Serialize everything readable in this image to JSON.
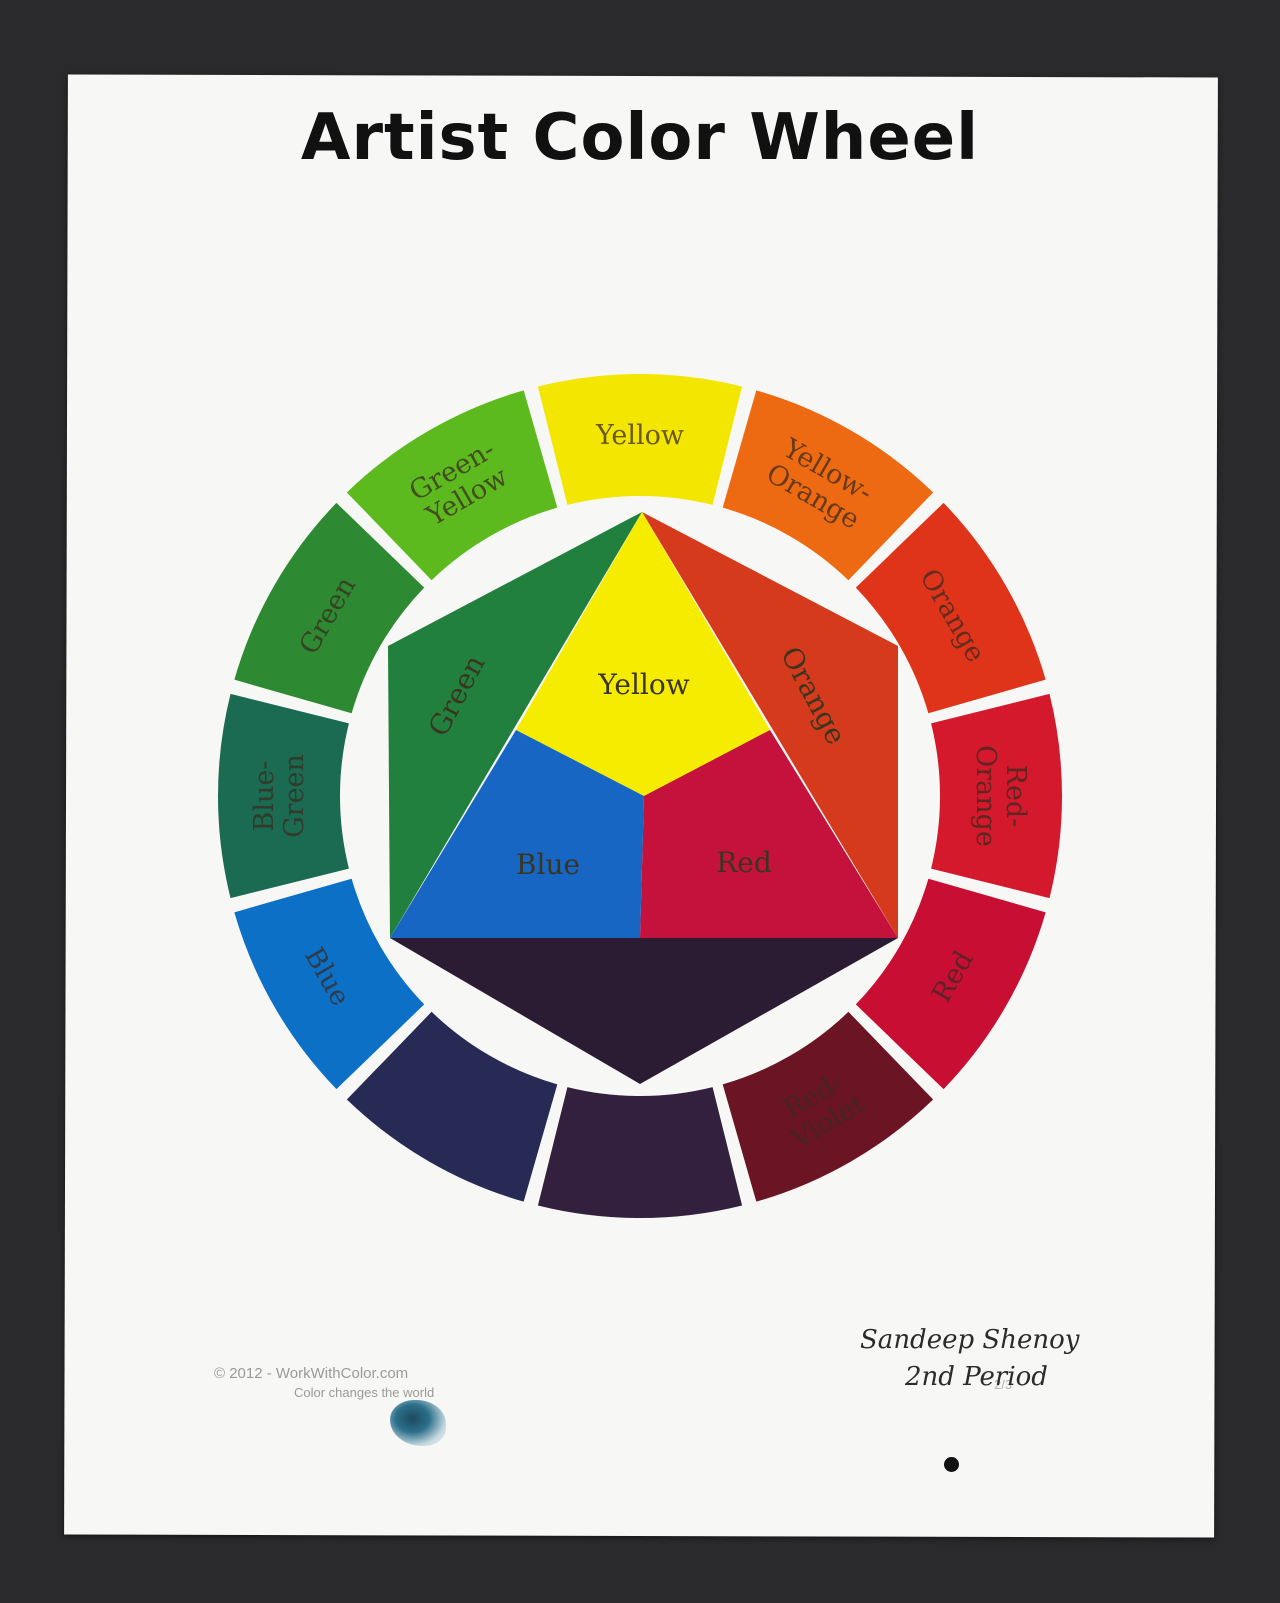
{
  "title": "Artist Color Wheel",
  "outer_ring": [
    {
      "label": "Yellow",
      "color": "#f3e600"
    },
    {
      "label": "Yellow-Orange",
      "color": "#ee6a12"
    },
    {
      "label": "Orange",
      "color": "#e0341a"
    },
    {
      "label": "Red-Orange",
      "color": "#d3192b"
    },
    {
      "label": "Red",
      "color": "#c80f33"
    },
    {
      "label": "Red-Violet",
      "color": "#6a1424"
    },
    {
      "label": "",
      "color": "#33203e"
    },
    {
      "label": "",
      "color": "#262a55"
    },
    {
      "label": "Blue",
      "color": "#0c70c6"
    },
    {
      "label": "Blue-Green",
      "color": "#1a6b52"
    },
    {
      "label": "Green",
      "color": "#2e8a32"
    },
    {
      "label": "Green-Yellow",
      "color": "#5dba1e"
    }
  ],
  "inner_triangle": [
    {
      "label": "Yellow",
      "color": "#f6ec00"
    },
    {
      "label": "Red",
      "color": "#c5123d"
    },
    {
      "label": "Blue",
      "color": "#1866c4"
    }
  ],
  "secondary_wedges": [
    {
      "label": "Orange",
      "color": "#d63a1c"
    },
    {
      "label": "Green",
      "color": "#22803f"
    },
    {
      "label": "",
      "color": "#2c1c33"
    }
  ],
  "credit": {
    "line1": "© 2012 - WorkWithColor.com",
    "line2": "Color changes the world"
  },
  "page_number": "2/3",
  "signature": {
    "name": "Sandeep Shenoy",
    "period": "2nd Period"
  }
}
